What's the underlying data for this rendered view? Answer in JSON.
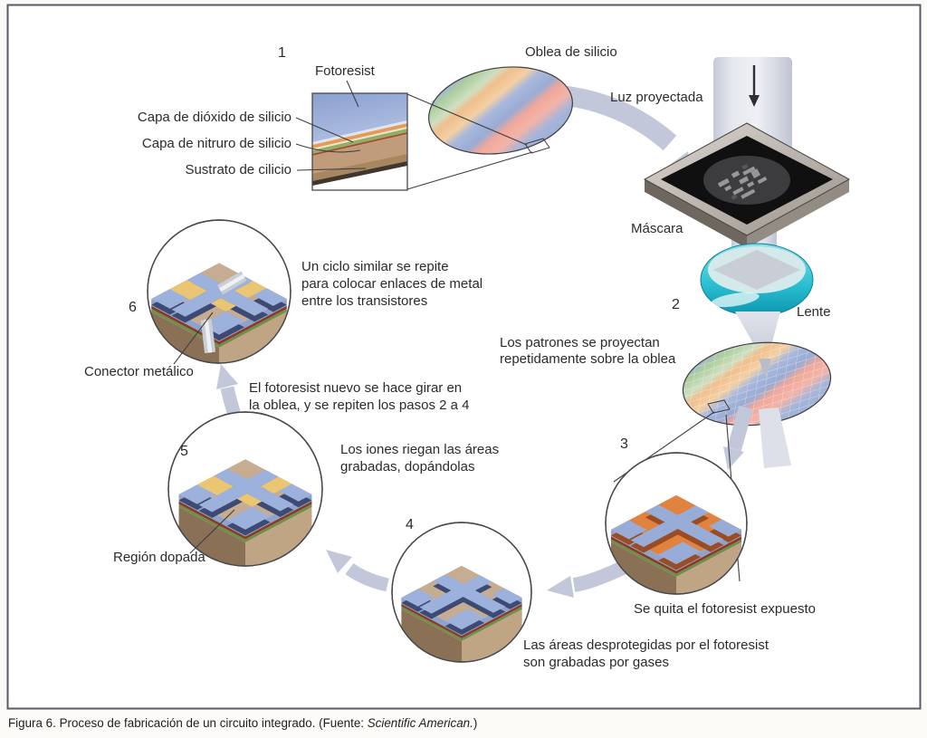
{
  "figure": {
    "caption_prefix": "Figura 6. Proceso de fabricación de un circuito integrado. (Fuente: ",
    "caption_source": "Scientific American.",
    "caption_suffix": ")"
  },
  "steps": {
    "s1": "1",
    "s2": "2",
    "s3": "3",
    "s4": "4",
    "s5": "5",
    "s6": "6"
  },
  "labels": {
    "fotoresist": "Fotoresist",
    "capa_dioxido": "Capa de dióxido de silicio",
    "capa_nitruro": "Capa de nitruro de silicio",
    "sustrato": "Sustrato de cilicio",
    "oblea": "Oblea de silicio",
    "luz": "Luz proyectada",
    "mascara": "Máscara",
    "lente": "Lente",
    "patrones_1": "Los patrones se proyectan",
    "patrones_2": "repetidamente sobre la oblea",
    "quita": "Se quita el fotoresist expuesto",
    "areas_1": "Las áreas desprotegidas por el fotoresist",
    "areas_2": "son grabadas por gases",
    "iones_1": "Los iones riegan las áreas",
    "iones_2": "grabadas, dopándolas",
    "region": "Región dopada",
    "fotoresist_nuevo_1": "El fotoresist nuevo se hace girar en",
    "fotoresist_nuevo_2": "la oblea, y se repiten los pasos 2 a 4",
    "ciclo_1": "Un ciclo similar se repite",
    "ciclo_2": "para colocar enlaces de metal",
    "ciclo_3": "entre los transistores",
    "conector": "Conector metálico"
  },
  "colors": {
    "flow_arrow": "#c2c8da",
    "lens_teal": "#14a9be",
    "light_beam": "#dcdfe8",
    "photoresist_blue": "#9cb1dc",
    "oxide_orange": "#e2823f",
    "substrate_tan": "#c0a585",
    "doped_yellow": "#eac673",
    "metal_gray": "#cdd1d8",
    "outline": "#3f3f45"
  }
}
